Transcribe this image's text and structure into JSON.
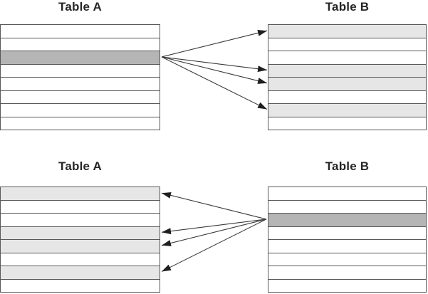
{
  "colors": {
    "row_plain": "#ffffff",
    "row_light": "#e6e6e6",
    "row_dark": "#b5b5b5",
    "table_border": "#585858",
    "arrow_line": "#3a3a3a",
    "arrow_head": "#1f1f1f",
    "title_text": "#262626",
    "background": "#ffffff"
  },
  "diagrams": [
    {
      "name": "one-row-in-a-matches-many-rows-in-b",
      "left_table": {
        "title": "Table A",
        "rows": [
          "plain",
          "plain",
          "dark",
          "plain",
          "plain",
          "plain",
          "plain",
          "plain"
        ]
      },
      "right_table": {
        "title": "Table B",
        "rows": [
          "light",
          "plain",
          "plain",
          "light",
          "light",
          "plain",
          "light",
          "plain"
        ]
      },
      "arrows": {
        "from_side": "left",
        "from_row": 3,
        "to_rows": [
          1,
          4,
          5,
          7
        ]
      }
    },
    {
      "name": "one-row-in-b-matches-many-rows-in-a",
      "left_table": {
        "title": "Table A",
        "rows": [
          "light",
          "plain",
          "plain",
          "light",
          "light",
          "plain",
          "light",
          "plain"
        ]
      },
      "right_table": {
        "title": "Table B",
        "rows": [
          "plain",
          "plain",
          "dark",
          "plain",
          "plain",
          "plain",
          "plain",
          "plain"
        ]
      },
      "arrows": {
        "from_side": "right",
        "from_row": 3,
        "to_rows": [
          1,
          4,
          5,
          7
        ]
      }
    }
  ]
}
